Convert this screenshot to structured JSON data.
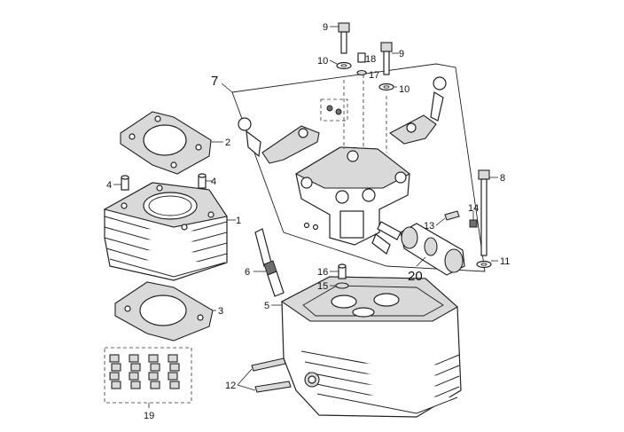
{
  "diagram": {
    "callouts": {
      "c1": "1",
      "c2": "2",
      "c3": "3",
      "c4a": "4",
      "c4b": "4",
      "c5": "5",
      "c6": "6",
      "c7": "7",
      "c8": "8",
      "c9a": "9",
      "c9b": "9",
      "c10a": "10",
      "c10b": "10",
      "c11": "11",
      "c12": "12",
      "c13": "13",
      "c14": "14",
      "c15": "15",
      "c16": "16",
      "c17": "17",
      "c18": "18",
      "c19": "19",
      "c20": "20"
    },
    "colors": {
      "line": "#222222",
      "shade": "#d9d9d9",
      "dark": "#6f6f6f",
      "background": "#ffffff"
    }
  }
}
